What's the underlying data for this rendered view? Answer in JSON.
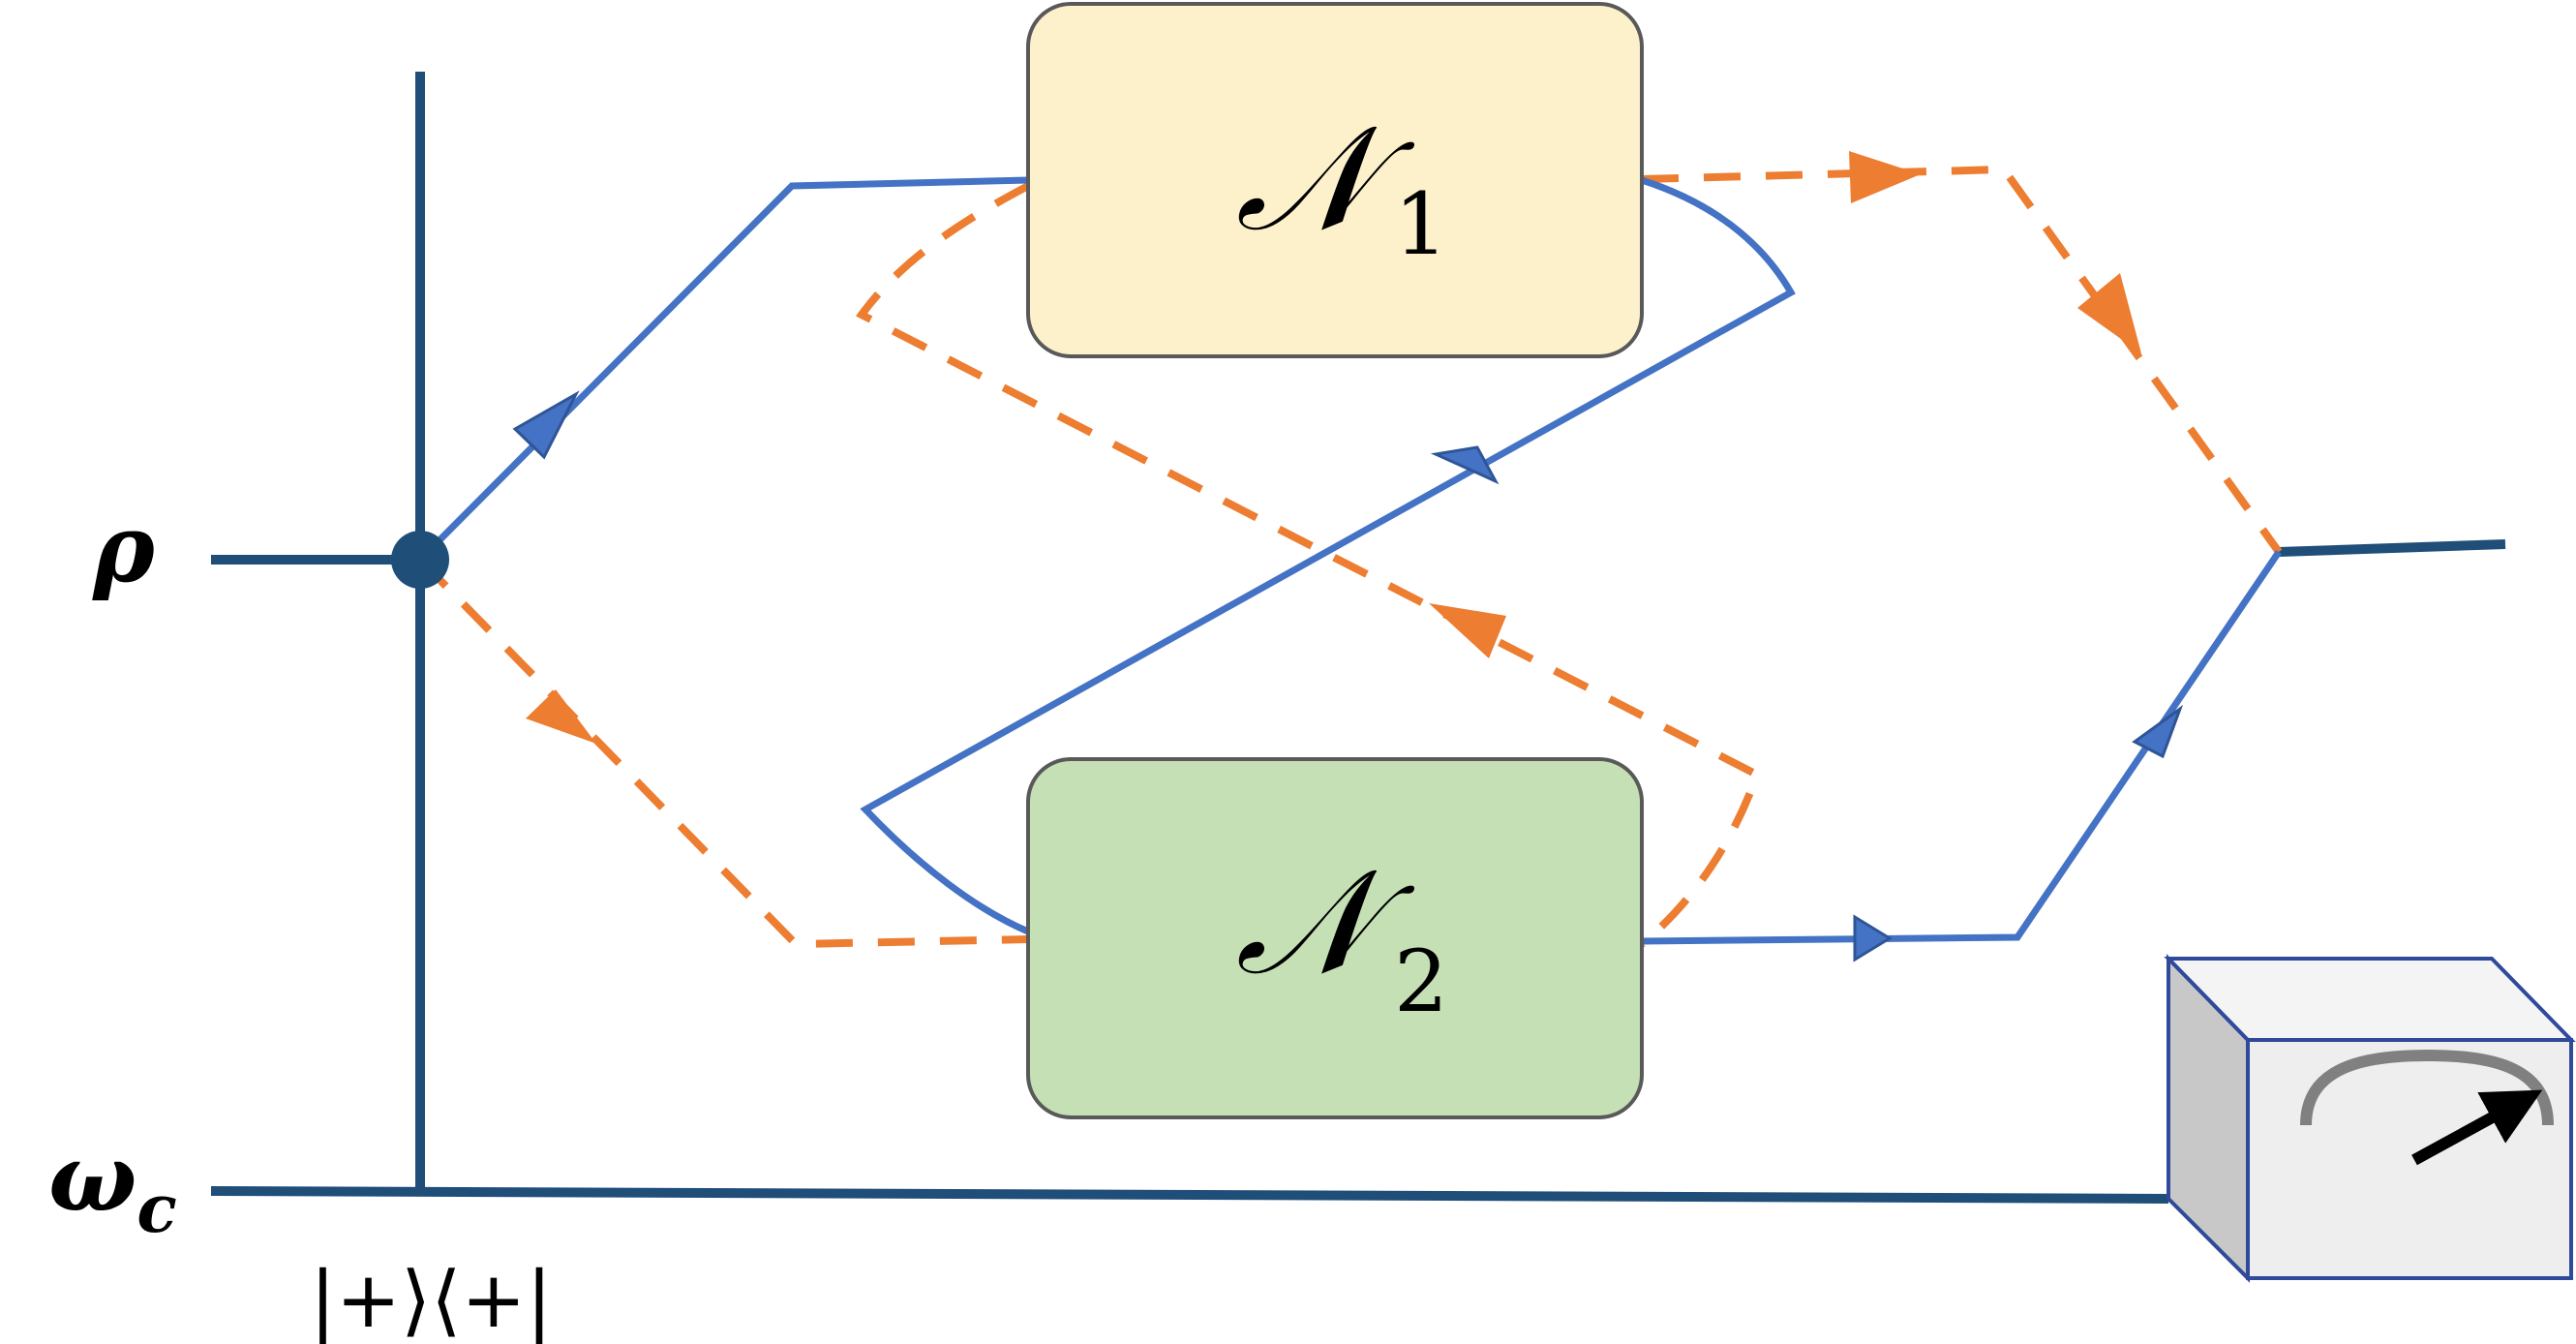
{
  "input_label": "ρ",
  "control_label": "ω",
  "control_subscript": "c",
  "control_state_label": "|+⟩⟨+|",
  "channel1": {
    "symbol": "𝒩",
    "subscript": "1"
  },
  "channel2": {
    "symbol": "𝒩",
    "subscript": "2"
  },
  "colors": {
    "wire": "#1f4e79",
    "blue_path": "#4472c4",
    "orange_path": "#ed7d31",
    "channel1_fill": "#fdf1cc",
    "channel2_fill": "#c5e0b4",
    "box_stroke": "#595959",
    "meter_front": "#eeeeee",
    "meter_side": "#c8c8c8",
    "meter_edge": "#2f4a9a"
  },
  "icons": [
    "meter-icon"
  ]
}
